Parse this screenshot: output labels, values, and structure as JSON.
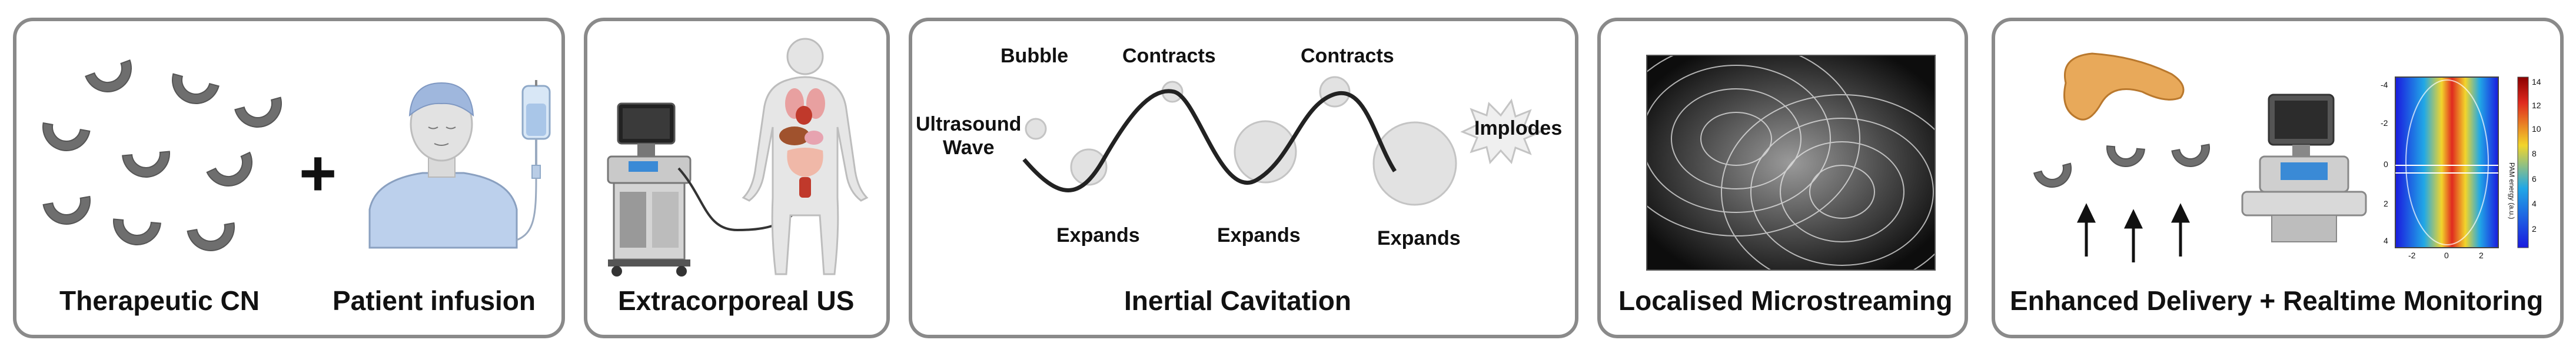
{
  "panels": {
    "cn": {
      "label_cn": "Therapeutic CN",
      "label_infusion": "Patient infusion",
      "plus": "+"
    },
    "us": {
      "label": "Extracorporeal US"
    },
    "cavitation": {
      "label": "Inertial Cavitation",
      "bubble": "Bubble",
      "contracts_1": "Contracts",
      "contracts_2": "Contracts",
      "ultrasound_wave": "Ultrasound\nWave",
      "implodes": "Implodes",
      "expands_1": "Expands",
      "expands_2": "Expands",
      "expands_3": "Expands"
    },
    "microstreaming": {
      "label": "Localised Microstreaming"
    },
    "delivery": {
      "label": "Enhanced Delivery + Realtime Monitoring",
      "heatmap_y_ticks": [
        "-4",
        "-2",
        "0",
        "2",
        "4"
      ],
      "heatmap_x_ticks": [
        "-2",
        "0",
        "2"
      ],
      "colorbar_ticks": [
        "14",
        "12",
        "10",
        "8",
        "6",
        "4",
        "2"
      ],
      "colorbar_label": "PAM energy (a.u.)"
    }
  },
  "colors": {
    "border": "#8a8a8a",
    "cn_grey": "#6e6e6e",
    "skin": "#d9d9d9",
    "shirt": "#bcd0ec",
    "bubble": "#e2e2e2",
    "pancreas": "#e8a95a"
  }
}
